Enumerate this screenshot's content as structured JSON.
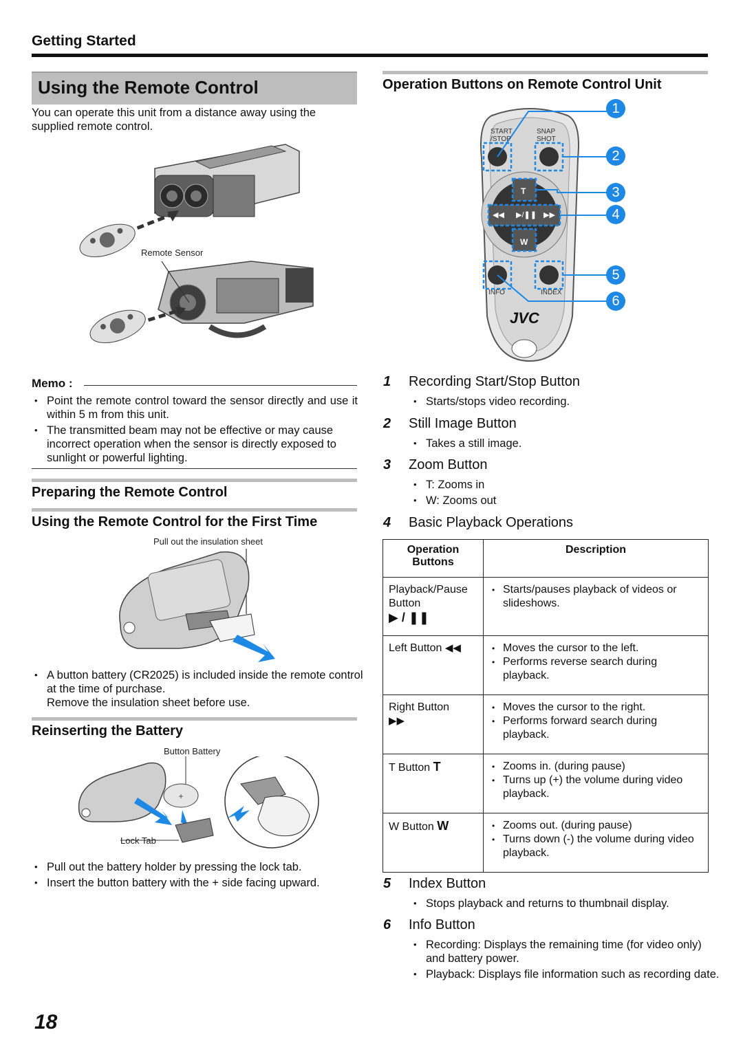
{
  "header": {
    "section": "Getting Started"
  },
  "title": "Using the Remote Control",
  "intro": "You can operate this unit from a distance away using the supplied remote control.",
  "camera_figure": {
    "remote_sensor_label": "Remote Sensor"
  },
  "memo": {
    "label": "Memo :",
    "items": [
      "Point the remote control toward the sensor directly and use it within 5 m from this unit.",
      "The transmitted beam may not be effective or may cause incorrect operation when the sensor is directly exposed to sunlight or powerful lighting."
    ]
  },
  "preparing": {
    "title": "Preparing the Remote Control",
    "first_time_title": "Using the Remote Control for the First Time",
    "figure_label": "Pull out the insulation sheet",
    "bullet": "A button battery (CR2025) is included inside the remote control at the time of purchase.",
    "note": "Remove the insulation sheet before use."
  },
  "reinserting": {
    "title": "Reinserting the Battery",
    "button_battery_label": "Button Battery",
    "lock_tab_label": "Lock Tab",
    "bullets": [
      "Pull out the battery holder by pressing the lock tab.",
      "Insert the button battery with the + side facing upward."
    ]
  },
  "operation": {
    "title": "Operation Buttons on Remote Control Unit",
    "remote_labels": {
      "start_stop_1": "START",
      "start_stop_2": "/STOP",
      "snap_1": "SNAP",
      "snap_2": "SHOT",
      "info": "INFO",
      "index": "INDEX",
      "brand": "JVC",
      "t": "T",
      "w": "W",
      "rew": "◀◀",
      "play": "▶/❚❚",
      "ff": "▶▶"
    },
    "callouts": [
      "1",
      "2",
      "3",
      "4",
      "5",
      "6"
    ],
    "items": [
      {
        "num": "1",
        "title": "Recording Start/Stop Button",
        "bullets": [
          "Starts/stops video recording."
        ]
      },
      {
        "num": "2",
        "title": "Still Image Button",
        "bullets": [
          "Takes a still image."
        ]
      },
      {
        "num": "3",
        "title": "Zoom Button",
        "bullets": [
          "T: Zooms in",
          "W: Zooms out"
        ]
      },
      {
        "num": "4",
        "title": "Basic Playback Operations",
        "bullets": []
      },
      {
        "num": "5",
        "title": "Index Button",
        "bullets": [
          "Stops playback and returns to thumbnail display."
        ]
      },
      {
        "num": "6",
        "title": "Info Button",
        "bullets": [
          "Recording: Displays the remaining time (for video only) and battery power.",
          "Playback: Displays file information such as recording date."
        ]
      }
    ],
    "table": {
      "headers": [
        "Operation Buttons",
        "Description"
      ],
      "rows": [
        {
          "button": "Playback/Pause Button",
          "symbol": "▶ / ❚❚",
          "desc": [
            "Starts/pauses playback of videos or slideshows."
          ]
        },
        {
          "button": "Left Button",
          "symbol": "◀◀",
          "desc": [
            "Moves the cursor to the left.",
            "Performs reverse search during playback."
          ]
        },
        {
          "button": "Right Button",
          "symbol": "▶▶",
          "desc": [
            "Moves the cursor to the right.",
            "Performs forward search during playback."
          ]
        },
        {
          "button": "T Button",
          "symbol": "T",
          "desc": [
            "Zooms in. (during pause)",
            "Turns up (+) the volume during video playback."
          ]
        },
        {
          "button": "W Button",
          "symbol": "W",
          "desc": [
            "Zooms out. (during pause)",
            "Turns down (-) the volume during video playback."
          ]
        }
      ]
    }
  },
  "page_number": "18"
}
